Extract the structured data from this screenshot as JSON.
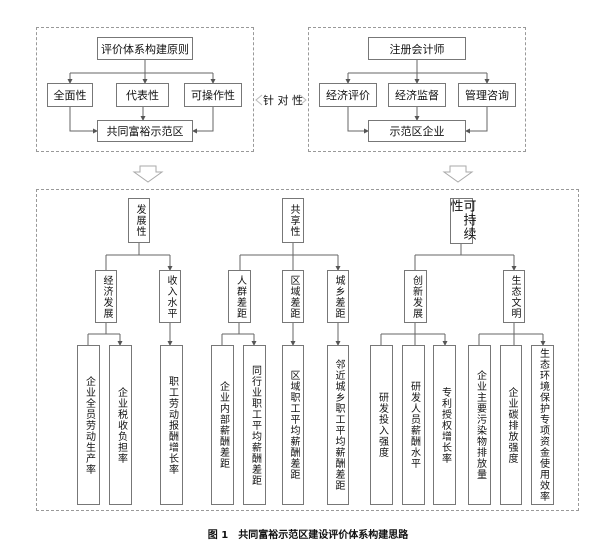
{
  "principles": {
    "title": "评价体系构建原则",
    "items": [
      "全面性",
      "代表性",
      "可操作性"
    ],
    "target": "共同富裕示范区"
  },
  "relevance_label": "针 对 性",
  "cpa": {
    "title": "注册会计师",
    "items": [
      "经济评价",
      "经济监督",
      "管理咨询"
    ],
    "target": "示范区企业"
  },
  "system": {
    "dimensions": [
      "发展性",
      "共享性",
      "可持续性"
    ],
    "sub": [
      "经济发展",
      "收入水平",
      "人群差距",
      "区域差距",
      "城乡差距",
      "创新发展",
      "生态文明"
    ],
    "indicators": [
      "企业全员劳动生产率",
      "企业税收负担率",
      "职工劳动报酬增长率",
      "企业内部薪酬差距",
      "同行业职工平均薪酬差距",
      "区域职工平均薪酬差距",
      "邻近城乡职工平均薪酬差距",
      "研发投入强度",
      "研发人员薪酬水平",
      "专利授权增长率",
      "企业主要污染物排放量",
      "企业碳排放强度",
      "生态环境保护专项资金使用效率"
    ]
  },
  "caption": "图 1　共同富裕示范区建设评价体系构建思路"
}
